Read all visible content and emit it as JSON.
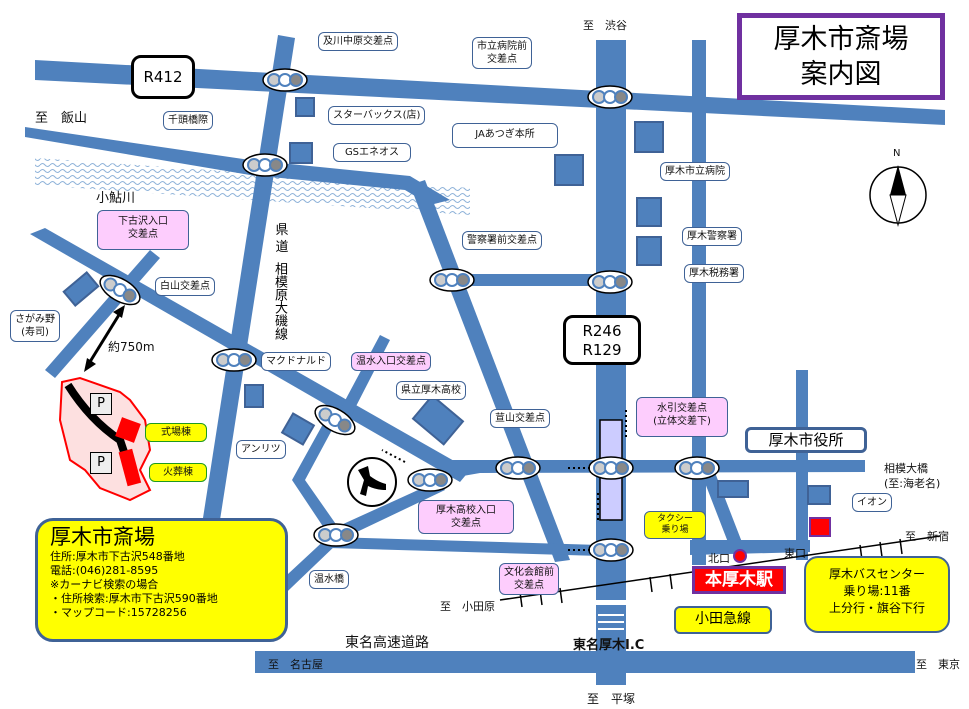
{
  "title": {
    "line1": "厚木市斎場",
    "line2": "案内図"
  },
  "routes": {
    "r412": "R412",
    "r246": "R246",
    "r129": "R129"
  },
  "directions": {
    "iiyama": "至　飯山",
    "shibuya": "至　渋谷",
    "shinjuku": "至　新宿",
    "odawara": "至　小田原",
    "nagoya": "至　名古屋",
    "tokyo": "至　東京",
    "hiratsuka": "至　平塚"
  },
  "river": "小鮎川",
  "prefectural_road": {
    "line1": "県",
    "line2": "道",
    "name": "相模原大磯線"
  },
  "distance": "約750m",
  "intersections": {
    "oikawa": "及川中原交差点",
    "shiritsu_byoin_mae": [
      "市立病院前",
      "交差点"
    ],
    "sengashi": "千頭橋際",
    "shimofurusawa": [
      "下古沢入口",
      "交差点"
    ],
    "hakusan": "白山交差点",
    "keisatsu": "警察署前交差点",
    "onsui_iriguchi": "温水入口交差点",
    "nirayama": "荁山交差点",
    "atsugi_koko": [
      "厚木高校入口",
      "交差点"
    ],
    "onsui_bashi": "温水橋",
    "mizuhiki": [
      "水引交差点",
      "(立体交差下)"
    ],
    "bunka_kaikan": [
      "文化会館前",
      "交差点"
    ]
  },
  "landmarks": {
    "starbucks": "スターバックス(店)",
    "gs": "GSエネオス",
    "ja": "JAあつぎ本所",
    "hospital": "厚木市立病院",
    "police": "厚木警察署",
    "tax": "厚木税務署",
    "sagamino": [
      "さがみ野",
      "(寿司)"
    ],
    "mcdonalds": "マクドナルド",
    "anritsu": "アンリツ",
    "highschool": "県立厚木高校",
    "cityhall": "厚木市役所",
    "aeon": "イオン",
    "sagami_bridge": [
      "相模大橋",
      "(至:海老名)"
    ]
  },
  "facility": {
    "parking": "P",
    "ceremony_hall": "式場棟",
    "crematorium": "火葬棟"
  },
  "info_box": {
    "name": "厚木市斎場",
    "address": "住所:厚木市下古沢548番地",
    "phone": "電話:(046)281-8595",
    "carnavi_note": "※カーナビ検索の場合",
    "carnavi_address": "・住所検索:厚木市下古沢590番地",
    "mapcode": "・マップコード:15728256"
  },
  "station": {
    "name": "本厚木駅",
    "north_exit": "北口",
    "east_exit": "東口",
    "line": "小田急線",
    "taxi": [
      "タクシー",
      "乗り場"
    ]
  },
  "bus_center": {
    "name": "厚木バスセンター",
    "platform": "乗り場:11番",
    "direction": "上分行・旗谷下行"
  },
  "expressway": {
    "name": "東名高速道路",
    "ic": "東名厚木I.C"
  },
  "compass": "N",
  "colors": {
    "road": "#4f81bd",
    "title_border": "#7030a0",
    "station": "#ff0000",
    "callout_pink": "#fdcdfd",
    "callout_yellow": "#ffff00"
  }
}
